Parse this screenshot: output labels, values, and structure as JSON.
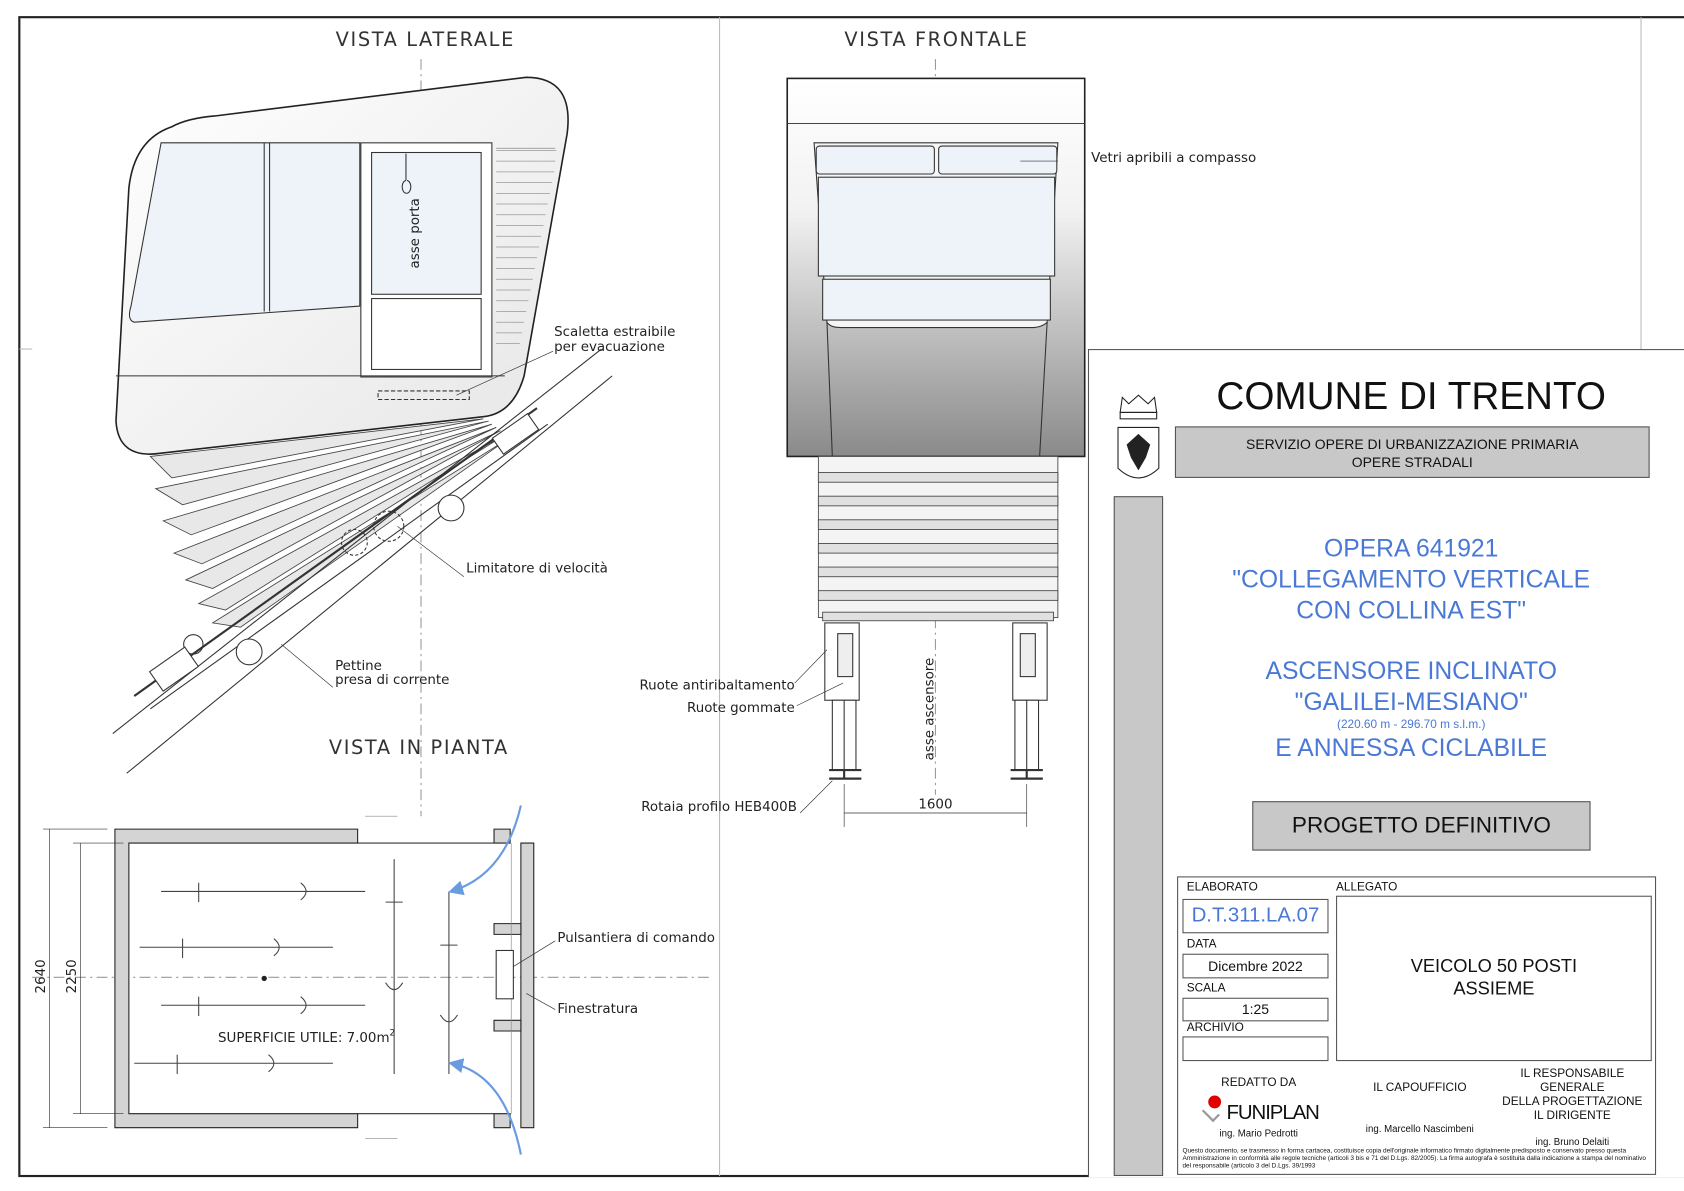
{
  "views": {
    "lateral": {
      "title": "VISTA LATERALE",
      "door_axis": "asse porta",
      "ladder": [
        "Scaletta estraibile",
        "per evacuazione"
      ],
      "speed_limiter": "Limitatore di velocità",
      "comb": [
        "Pettine",
        "presa di corrente"
      ]
    },
    "frontal": {
      "title": "VISTA FRONTALE",
      "windows": "Vetri apribili a compasso",
      "antitip_wheels": "Ruote antiribaltamento",
      "rubber_wheels": "Ruote gommate",
      "rail": "Rotaia profilo HEB400B",
      "lift_axis": "asse ascensore",
      "gauge": "1600"
    },
    "plan": {
      "title": "VISTA IN PIANTA",
      "panel": "Pulsantiera di comando",
      "glazing": "Finestratura",
      "area_label": "SUPERFICIE UTILE: 7.00m",
      "area_sup": "2",
      "dim_outer": "2640",
      "dim_inner": "2250"
    }
  },
  "title_block": {
    "municipality": "COMUNE DI TRENTO",
    "service": [
      "SERVIZIO OPERE DI URBANIZZAZIONE PRIMARIA",
      "OPERE STRADALI"
    ],
    "work": [
      "OPERA 641921",
      "\"COLLEGAMENTO VERTICALE",
      "CON COLLINA EST\""
    ],
    "lift": [
      "ASCENSORE INCLINATO",
      "\"GALILEI-MESIANO\"",
      "(220.60 m  - 296.70 m s.l.m.)",
      "E ANNESSA CICLABILE"
    ],
    "phase": "PROGETTO DEFINITIVO",
    "elaborato_label": "ELABORATO",
    "elaborato": "D.T.311.LA.07",
    "allegato_label": "ALLEGATO",
    "allegato": [
      "VEICOLO 50 POSTI",
      "ASSIEME"
    ],
    "data_label": "DATA",
    "data": "Dicembre 2022",
    "scala_label": "SCALA",
    "scala": "1:25",
    "archivio_label": "ARCHIVIO",
    "archivio": "",
    "signatures": [
      {
        "role": [
          "REDATTO DA"
        ],
        "name": "ing. Mario Pedrotti"
      },
      {
        "role": [
          "IL CAPOUFFICIO"
        ],
        "name": "ing. Marcello Nascimbeni"
      },
      {
        "role": [
          "IL RESPONSABILE GENERALE",
          "DELLA PROGETTAZIONE",
          "IL DIRIGENTE"
        ],
        "name": "ing. Bruno Delaiti"
      }
    ],
    "logo": "FUNIPLAN",
    "footnote": "Questo documento, se trasmesso in forma cartacea, costituisce copia dell'originale informatico firmato digitalmente predisposto e conservato presso questa Amministrazione in conformità alle regole tecniche (articoli 3 bis e 71 del D.Lgs. 82/2005). La firma autografa è sostituita dalla indicazione a stampa del nominativo del responsabile (articolo 3 del D.Lgs. 39/1993",
    "colors": {
      "blue": "#4a78d6",
      "gray": "#c8c8c8",
      "logo_red": "#e00000"
    }
  }
}
